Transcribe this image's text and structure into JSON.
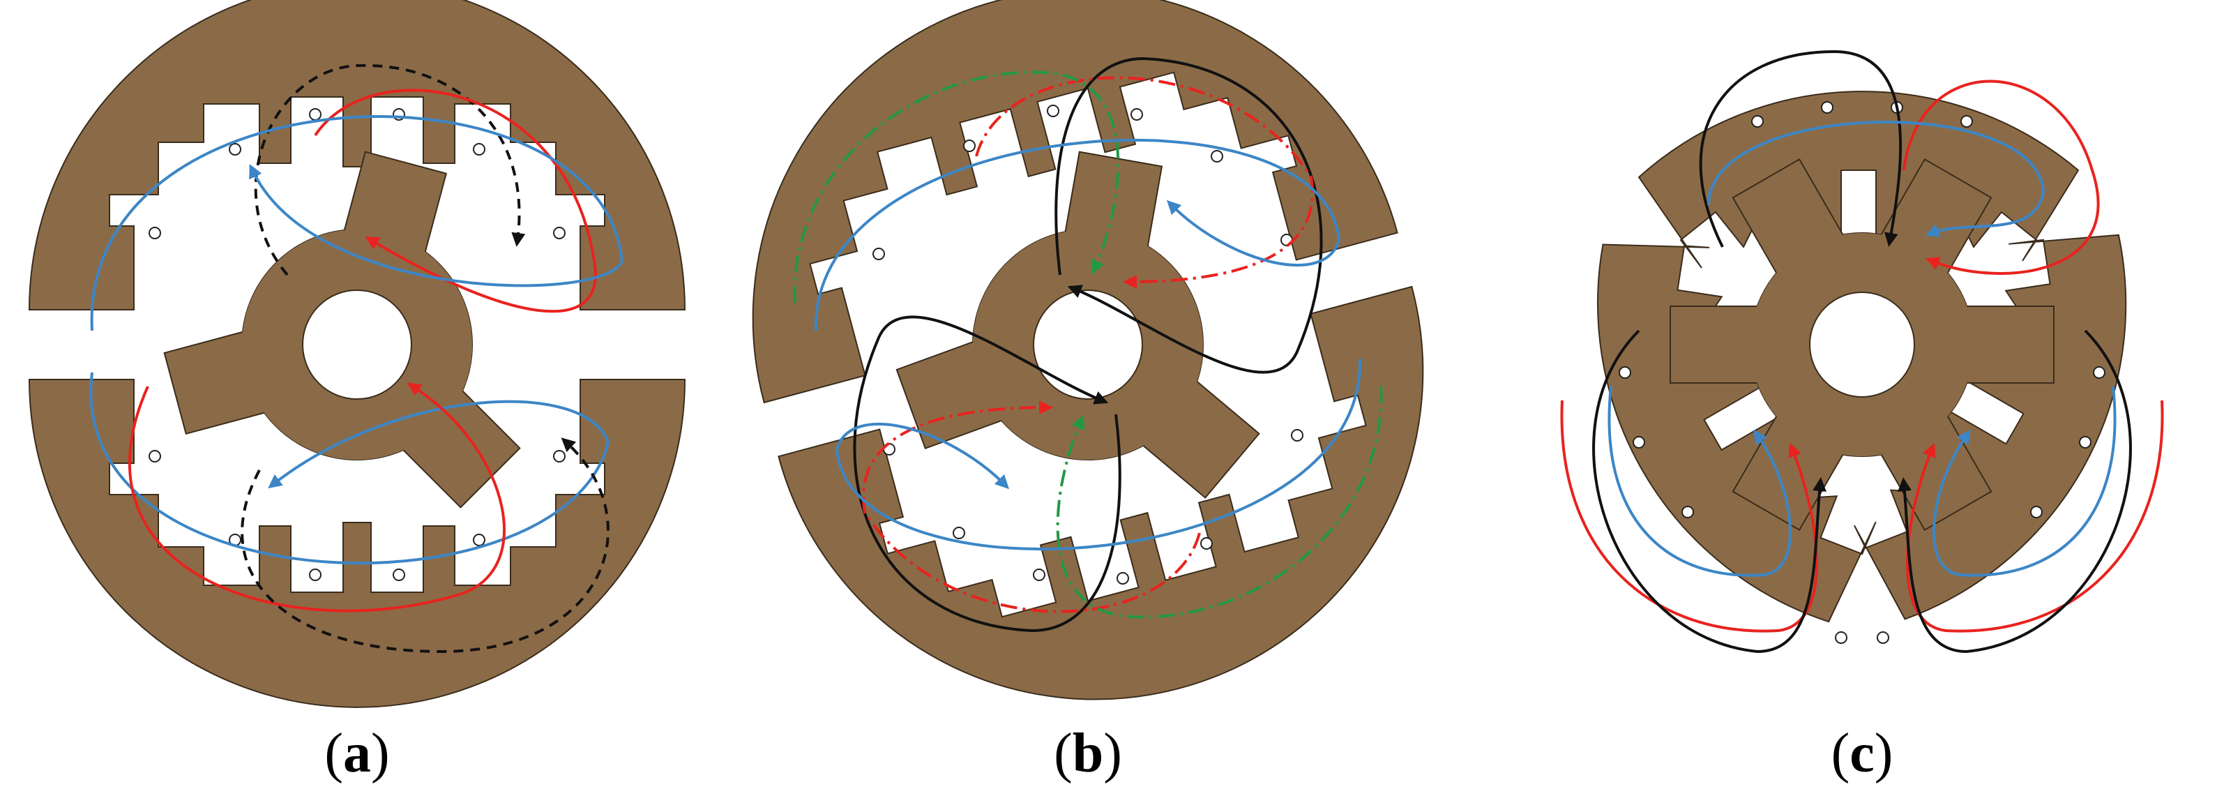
{
  "colors": {
    "core": "#8b6b47",
    "core_edge": "#3a2c1c",
    "flux_red": "#e8231f",
    "flux_blue": "#3c86c6",
    "flux_black": "#111111",
    "flux_green": "#229944"
  },
  "panels": [
    {
      "id": "a",
      "caption_open": "(",
      "caption_letter": "a",
      "caption_close": ")",
      "stator_segments": 2,
      "rotor_poles": 3,
      "flux_paths": [
        "red",
        "blue",
        "black-dashed"
      ]
    },
    {
      "id": "b",
      "caption_open": "(",
      "caption_letter": "b",
      "caption_close": ")",
      "stator_segments": 2,
      "rotor_poles": 3,
      "flux_paths": [
        "red",
        "blue",
        "black",
        "green"
      ]
    },
    {
      "id": "c",
      "caption_open": "(",
      "caption_letter": "c",
      "caption_close": ")",
      "stator_segments": 3,
      "rotor_poles": 3,
      "flux_paths": [
        "red",
        "blue",
        "black"
      ]
    }
  ]
}
